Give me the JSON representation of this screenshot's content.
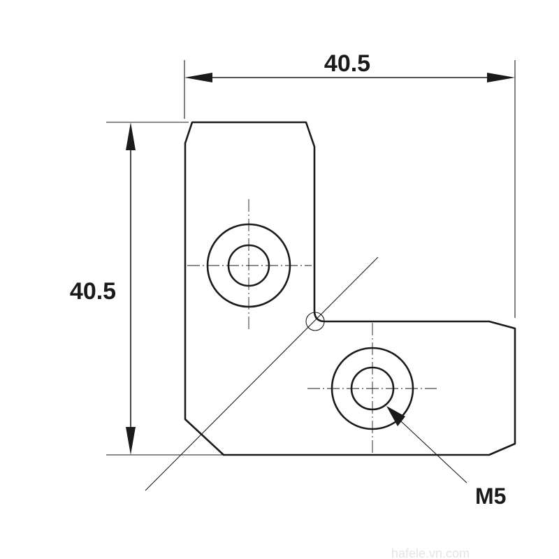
{
  "drawing": {
    "dimension_width": "40.5",
    "dimension_height": "40.5",
    "thread_label": "M5",
    "watermark": "hafele.vn.com"
  }
}
